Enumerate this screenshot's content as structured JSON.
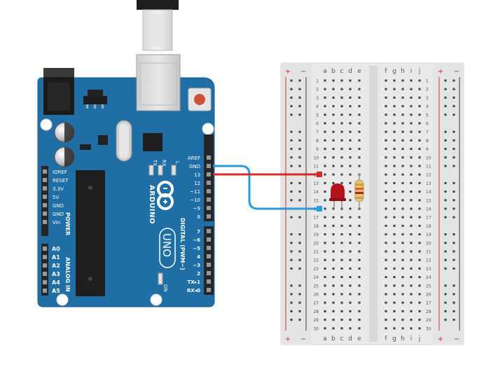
{
  "arduino": {
    "brand": "ARDUINO",
    "model": "UNO",
    "label_tx": "TX",
    "label_rx": "RX",
    "label_l": "L",
    "label_on": "ON",
    "label_power": "POWER",
    "label_analog": "ANALOG IN",
    "label_digital": "DIGITAL (PWM~)",
    "power_pins": [
      "IOREF",
      "RESET",
      "3.3V",
      "5V",
      "GND",
      "GND",
      "Vin"
    ],
    "analog_pins": [
      "A0",
      "A1",
      "A2",
      "A3",
      "A4",
      "A5"
    ],
    "header_top_pins": [
      "AREF",
      "GND",
      "13",
      "12",
      "~11",
      "~10",
      "~9",
      "8"
    ],
    "header_bottom_pins": [
      "7",
      "~6",
      "~5",
      "4",
      "~3",
      "2",
      "TX▸1",
      "RX◂0"
    ],
    "colors": {
      "board": "#1f6fa6",
      "board_dark": "#175a88",
      "header": "#2a2a2a"
    }
  },
  "breadboard": {
    "col_letters_left": [
      "a",
      "b",
      "c",
      "d",
      "e"
    ],
    "col_letters_right": [
      "f",
      "g",
      "h",
      "i",
      "j"
    ],
    "rail_plus": "+",
    "rail_minus": "−",
    "rows": [
      "1",
      "2",
      "3",
      "4",
      "5",
      "6",
      "7",
      "8",
      "9",
      "10",
      "11",
      "12",
      "13",
      "14",
      "15",
      "16",
      "17",
      "18",
      "19",
      "20",
      "21",
      "22",
      "23",
      "24",
      "25",
      "26",
      "27",
      "28",
      "29",
      "30"
    ],
    "colors": {
      "body": "#e9e9e9",
      "trench": "#d7d7d7",
      "plus_rail": "#d2282e",
      "minus_rail": "#3a3a3a"
    }
  },
  "components": {
    "led": {
      "color": "#b3141b"
    },
    "resistor": {
      "bands": [
        "#d8a21a",
        "#e8591a",
        "#b6211a",
        "#c9a04a"
      ]
    }
  },
  "wires": {
    "pin13": {
      "color": "#d62a2a"
    },
    "gnd": {
      "color": "#2a9bd8"
    }
  }
}
